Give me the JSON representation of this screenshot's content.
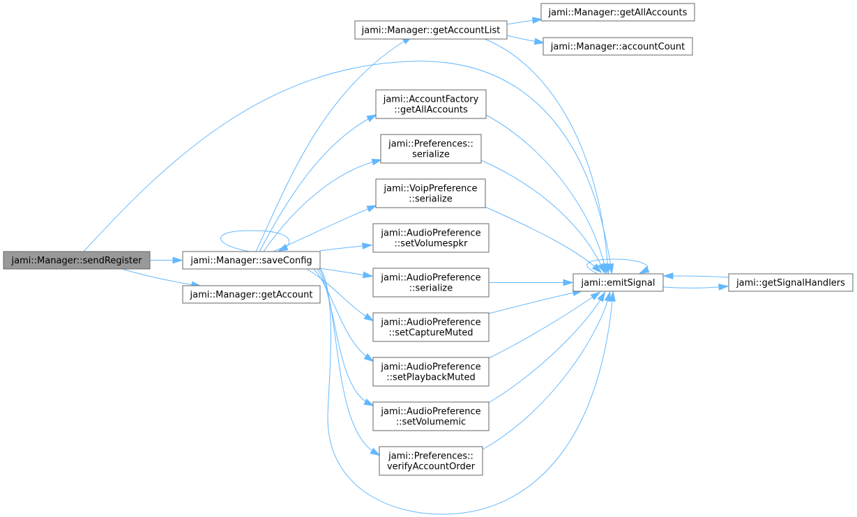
{
  "diagram": {
    "type": "call-graph",
    "colors": {
      "edge": "#63b8ff",
      "node_border": "#666666",
      "root_fill": "#999999",
      "node_fill": "#ffffff"
    },
    "nodes": [
      {
        "id": "sendRegister",
        "lines": [
          "jami::Manager::sendRegister"
        ],
        "root": true
      },
      {
        "id": "saveConfig",
        "lines": [
          "jami::Manager::saveConfig"
        ]
      },
      {
        "id": "getAccount",
        "lines": [
          "jami::Manager::getAccount"
        ]
      },
      {
        "id": "getAccountList",
        "lines": [
          "jami::Manager::getAccountList"
        ]
      },
      {
        "id": "getAllAccountsMgr",
        "lines": [
          "jami::Manager::getAllAccounts"
        ]
      },
      {
        "id": "accountCount",
        "lines": [
          "jami::Manager::accountCount"
        ]
      },
      {
        "id": "factoryGetAll",
        "lines": [
          "jami::AccountFactory",
          "::getAllAccounts"
        ]
      },
      {
        "id": "prefSerialize",
        "lines": [
          "jami::Preferences::",
          "serialize"
        ]
      },
      {
        "id": "voipSerialize",
        "lines": [
          "jami::VoipPreference",
          "::serialize"
        ]
      },
      {
        "id": "setVolumespkr",
        "lines": [
          "jami::AudioPreference",
          "::setVolumespkr"
        ]
      },
      {
        "id": "audioSerialize",
        "lines": [
          "jami::AudioPreference",
          "::serialize"
        ]
      },
      {
        "id": "setCaptureMuted",
        "lines": [
          "jami::AudioPreference",
          "::setCaptureMuted"
        ]
      },
      {
        "id": "setPlaybackMuted",
        "lines": [
          "jami::AudioPreference",
          "::setPlaybackMuted"
        ]
      },
      {
        "id": "setVolumemic",
        "lines": [
          "jami::AudioPreference",
          "::setVolumemic"
        ]
      },
      {
        "id": "verifyAccountOrder",
        "lines": [
          "jami::Preferences::",
          "verifyAccountOrder"
        ]
      },
      {
        "id": "emitSignal",
        "lines": [
          "jami::emitSignal"
        ]
      },
      {
        "id": "getSignalHandlers",
        "lines": [
          "jami::getSignalHandlers"
        ]
      }
    ],
    "edges": [
      {
        "from": "sendRegister",
        "to": "saveConfig"
      },
      {
        "from": "sendRegister",
        "to": "getAccount"
      },
      {
        "from": "sendRegister",
        "to": "emitSignal"
      },
      {
        "from": "saveConfig",
        "to": "saveConfig"
      },
      {
        "from": "saveConfig",
        "to": "getAccountList"
      },
      {
        "from": "saveConfig",
        "to": "factoryGetAll"
      },
      {
        "from": "saveConfig",
        "to": "prefSerialize"
      },
      {
        "from": "saveConfig",
        "to": "voipSerialize"
      },
      {
        "from": "saveConfig",
        "to": "setVolumespkr"
      },
      {
        "from": "saveConfig",
        "to": "audioSerialize"
      },
      {
        "from": "saveConfig",
        "to": "setCaptureMuted"
      },
      {
        "from": "saveConfig",
        "to": "setPlaybackMuted"
      },
      {
        "from": "saveConfig",
        "to": "setVolumemic"
      },
      {
        "from": "saveConfig",
        "to": "verifyAccountOrder"
      },
      {
        "from": "saveConfig",
        "to": "emitSignal"
      },
      {
        "from": "getAccountList",
        "to": "getAllAccountsMgr"
      },
      {
        "from": "getAccountList",
        "to": "accountCount"
      },
      {
        "from": "getAccountList",
        "to": "emitSignal"
      },
      {
        "from": "factoryGetAll",
        "to": "emitSignal"
      },
      {
        "from": "prefSerialize",
        "to": "emitSignal"
      },
      {
        "from": "voipSerialize",
        "to": "emitSignal"
      },
      {
        "from": "audioSerialize",
        "to": "emitSignal"
      },
      {
        "from": "setCaptureMuted",
        "to": "emitSignal"
      },
      {
        "from": "setPlaybackMuted",
        "to": "emitSignal"
      },
      {
        "from": "setVolumemic",
        "to": "emitSignal"
      },
      {
        "from": "verifyAccountOrder",
        "to": "emitSignal"
      },
      {
        "from": "emitSignal",
        "to": "emitSignal"
      },
      {
        "from": "emitSignal",
        "to": "getSignalHandlers"
      },
      {
        "from": "getSignalHandlers",
        "to": "emitSignal"
      }
    ]
  }
}
